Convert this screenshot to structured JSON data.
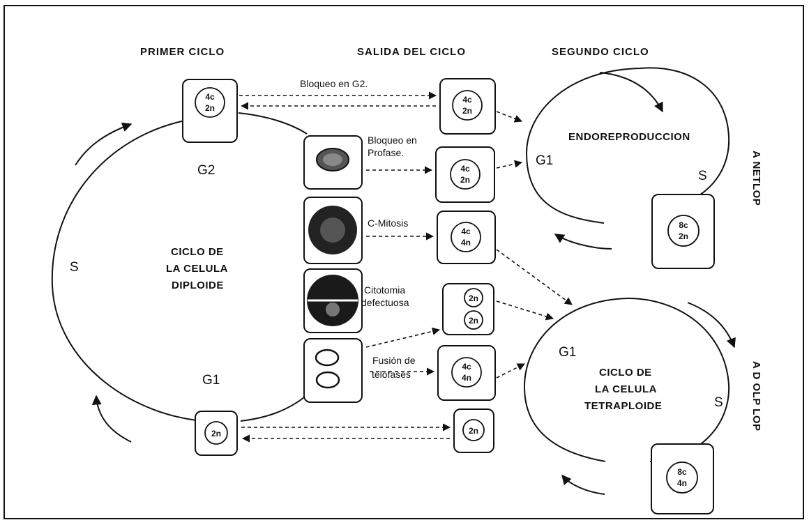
{
  "headers": {
    "primer": "PRIMER CICLO",
    "salida": "SALIDA DEL CICLO",
    "segundo": "SEGUNDO CICLO"
  },
  "first_cycle": {
    "title_lines": [
      "CICLO DE",
      "LA CELULA",
      "DIPLOIDE"
    ],
    "phase_g2": "G2",
    "phase_s": "S",
    "phase_g1": "G1",
    "box_g2": [
      "4c",
      "2n"
    ],
    "box_g1": "2n"
  },
  "exits": {
    "bloqueo_g2": "Bloqueo en G2.",
    "bloqueo_profase": [
      "Bloqueo en",
      "Profase."
    ],
    "c_mitosis": "C-Mitosis",
    "citotomia": [
      "Citotomia",
      "defectuosa"
    ],
    "fusion": [
      "Fusión de",
      "telofases"
    ]
  },
  "exit_cells": {
    "g2": [
      "4c",
      "2n"
    ],
    "profase": [
      "4c",
      "2n"
    ],
    "cmitosis": [
      "4c",
      "4n"
    ],
    "citotomia": [
      "2n",
      "2n"
    ],
    "fusion": [
      "4c",
      "4n"
    ],
    "g1": "2n"
  },
  "endo": {
    "title": "ENDOREPRODUCCION",
    "g1": "G1",
    "s": "S",
    "cell": [
      "8c",
      "2n"
    ],
    "side": "A NETLOP"
  },
  "tetra": {
    "title_lines": [
      "CICLO DE",
      "LA CELULA",
      "TETRAPLOIDE"
    ],
    "g1": "G1",
    "s": "S",
    "cell": [
      "8c",
      "4n"
    ],
    "side": "A D OLP LOP"
  }
}
